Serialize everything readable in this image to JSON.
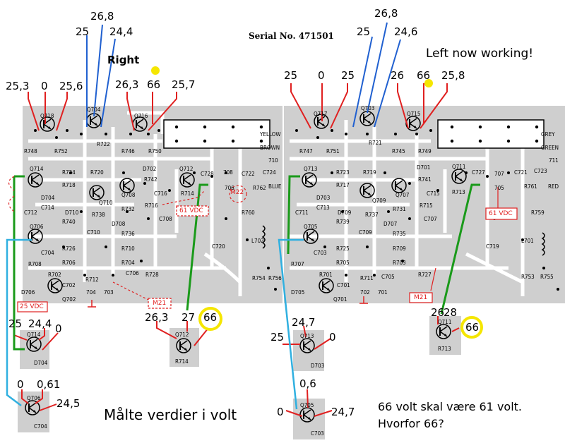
{
  "title": {
    "serial": "Serial No. 471501"
  },
  "notes": {
    "right": "Right",
    "left": "Left now working!",
    "measured": "Målte verdier i volt",
    "question_line1": "66 volt skal være 61 volt.",
    "question_line2": "Hvorfor 66?"
  },
  "colors": {
    "red": "#e02020",
    "blue": "#2060d0",
    "green": "#1a9a1a",
    "cyan": "#30b0e0",
    "yellow": "#f5e600",
    "board": "#cfcfcf"
  },
  "right_channel": {
    "q718": [
      "25,3",
      "0",
      "25,6"
    ],
    "q704": [
      "25",
      "26,8",
      "24,4"
    ],
    "q716": [
      "26,3",
      "66",
      "25,7"
    ],
    "q712": [
      "26,3",
      "27",
      "66"
    ],
    "q714": [
      "25",
      "24,4",
      "0"
    ],
    "q706": [
      "0",
      "0,61",
      "24,5"
    ],
    "supply": "25 VDC",
    "supply61": "61 VDC",
    "m21": "M21",
    "m22": "M22"
  },
  "left_channel": {
    "q717": [
      "25",
      "0",
      "25"
    ],
    "q703": [
      "25",
      "26,8",
      "24,6"
    ],
    "q715": [
      "26",
      "66",
      "25,8"
    ],
    "q711": [
      "26",
      "28",
      "66"
    ],
    "q713": [
      "25",
      "24,7",
      "0"
    ],
    "q705": [
      "0",
      "0,6",
      "24,7"
    ],
    "supply61": "61 VDC",
    "m21": "M21"
  },
  "components_right": [
    "R748",
    "R752",
    "R722",
    "R746",
    "R750",
    "R724",
    "R720",
    "R742",
    "R714",
    "R718",
    "R716",
    "R732",
    "R740",
    "R738",
    "R736",
    "R726",
    "R710",
    "R706",
    "R704",
    "R712",
    "R728",
    "R708",
    "R702",
    "C728",
    "C722",
    "C724",
    "C720",
    "C710",
    "C706",
    "C702",
    "C708",
    "C716",
    "C714",
    "C712",
    "C704",
    "D702",
    "D704",
    "D710",
    "D708",
    "D706",
    "Q718",
    "Q704",
    "Q716",
    "Q714",
    "Q710",
    "Q708",
    "Q712",
    "Q706",
    "Q702",
    "704",
    "703",
    "706",
    "708",
    "710",
    "L702",
    "R760",
    "R754",
    "R756",
    "R762",
    "YELLOW",
    "BROWN",
    "BLUE"
  ],
  "components_left": [
    "R747",
    "R751",
    "R721",
    "R745",
    "R749",
    "R723",
    "R719",
    "R741",
    "R713",
    "R717",
    "R715",
    "R731",
    "R739",
    "R737",
    "R735",
    "R725",
    "R709",
    "R705",
    "R703",
    "R711",
    "R727",
    "R707",
    "R701",
    "C727",
    "C721",
    "C723",
    "C719",
    "C709",
    "C705",
    "C701",
    "C707",
    "C715",
    "C713",
    "C711",
    "C703",
    "D701",
    "D703",
    "D709",
    "D707",
    "D705",
    "Q717",
    "Q703",
    "Q715",
    "Q713",
    "Q709",
    "Q707",
    "Q711",
    "Q705",
    "Q701",
    "702",
    "701",
    "705",
    "707",
    "711",
    "L701",
    "R759",
    "R753",
    "R755",
    "R761",
    "GREY",
    "GREEN",
    "RED"
  ],
  "inset_labels": {
    "q712": [
      "Q712",
      "R714"
    ],
    "q714": [
      "Q714",
      "D704"
    ],
    "q706": [
      "Q706",
      "C704"
    ],
    "q713": [
      "Q713",
      "D703"
    ],
    "q705": [
      "Q705",
      "C703"
    ],
    "q711": [
      "Q711",
      "R713"
    ]
  }
}
